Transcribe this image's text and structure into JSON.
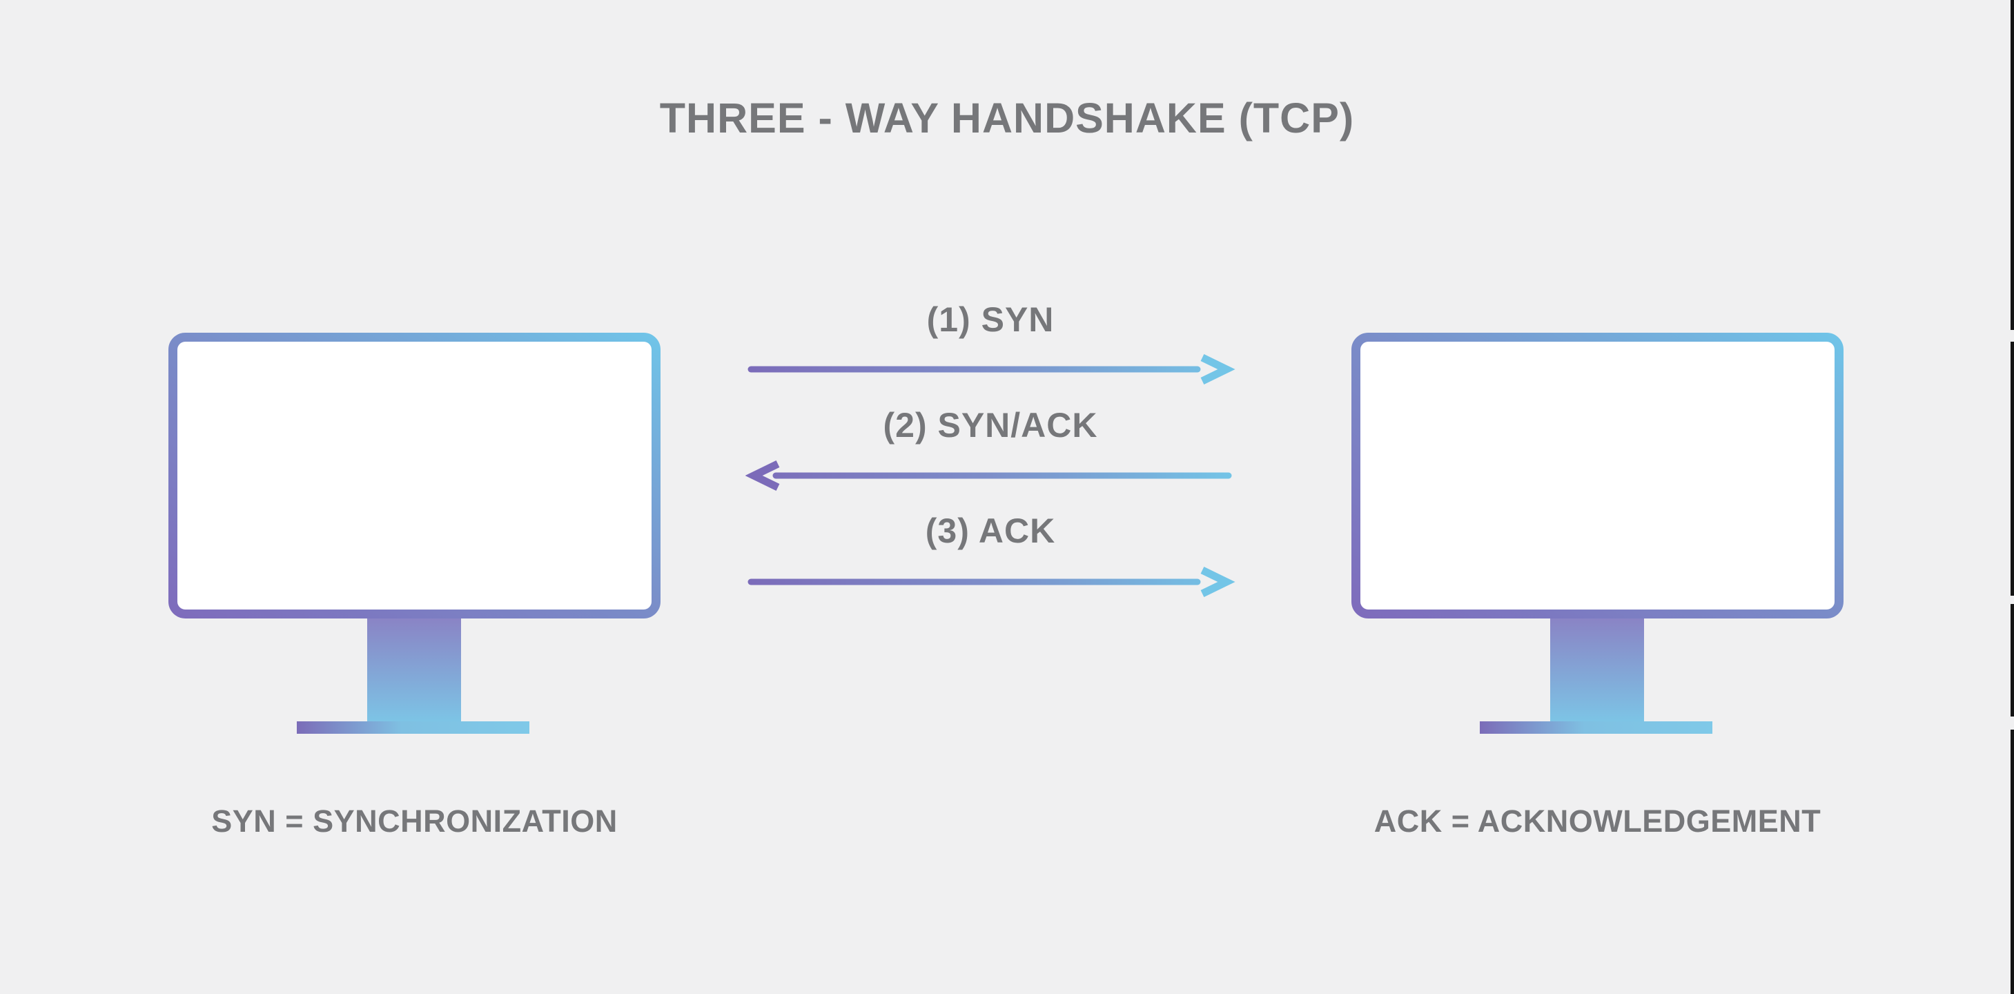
{
  "title": "THREE - WAY HANDSHAKE (TCP)",
  "diagram": {
    "type": "sequence-diagram",
    "left_node": "client computer",
    "right_node": "server computer",
    "messages": [
      {
        "step": 1,
        "label": "(1) SYN",
        "direction": "left-to-right"
      },
      {
        "step": 2,
        "label": "(2) SYN/ACK",
        "direction": "right-to-left"
      },
      {
        "step": 3,
        "label": "(3) ACK",
        "direction": "left-to-right"
      }
    ],
    "legend_left": "SYN = SYNCHRONIZATION",
    "legend_right": "ACK = ACKNOWLEDGEMENT"
  },
  "colors": {
    "background": "#f0f0f1",
    "text_gray": "#76777a",
    "gradient_purple": "#7b6bb9",
    "gradient_slate": "#7d8ec9",
    "gradient_cyan": "#73c5e7",
    "monitor_screen": "#ffffff",
    "edge_artifact": "#151515"
  }
}
